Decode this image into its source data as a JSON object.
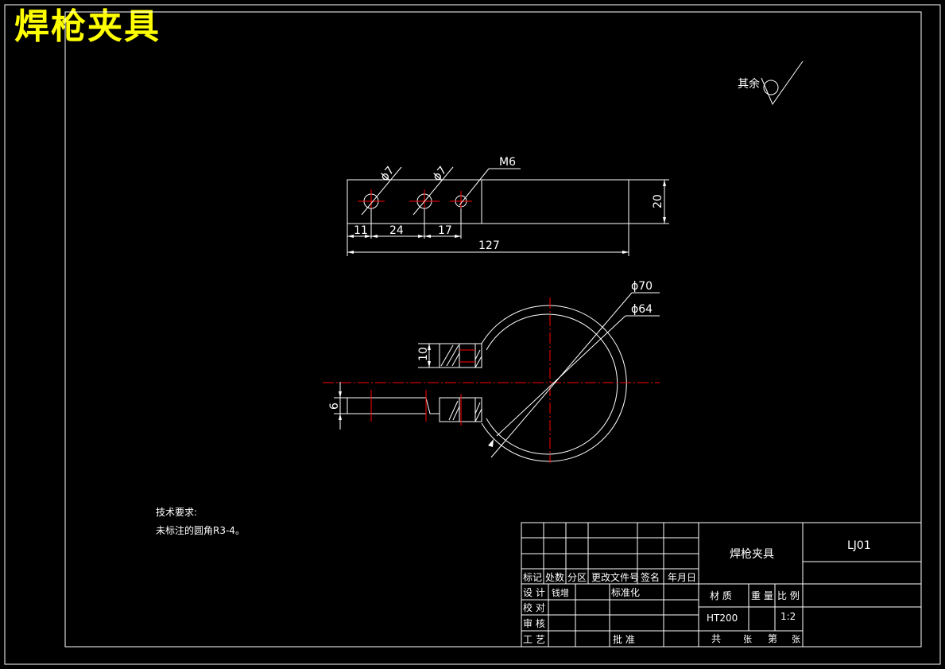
{
  "heading": "焊枪夹具",
  "surface_finish": {
    "label": "其余"
  },
  "top_view": {
    "callouts": [
      "ϕ7",
      "ϕ7",
      "M6"
    ],
    "dims": {
      "d1": "11",
      "d2": "24",
      "d3": "17",
      "overall": "127",
      "height": "20"
    }
  },
  "front_view": {
    "dia_outer": "ϕ70",
    "dia_inner": "ϕ64",
    "dim_10": "10",
    "dim_6": "6"
  },
  "notes": {
    "title": "技术要求:",
    "line1": "未标注的圆角R3-4。"
  },
  "title_block": {
    "part_name": "焊枪夹具",
    "drawing_no": "LJ01",
    "headers": [
      "标记",
      "处数",
      "分区",
      "更改文件号",
      "签名",
      "年月日"
    ],
    "rows": {
      "design": "设 计",
      "designer": "钱增",
      "standardize": "标准化",
      "check": "校 对",
      "review": "审 核",
      "process": "工 艺",
      "approve": "批 准"
    },
    "material_label": "材 质",
    "weight_label": "重 量",
    "scale_label": "比 例",
    "material": "HT200",
    "scale": "1:2",
    "total_label": "共",
    "sheets_label": "张",
    "sheet_label": "第",
    "sheet2_label": "张"
  }
}
